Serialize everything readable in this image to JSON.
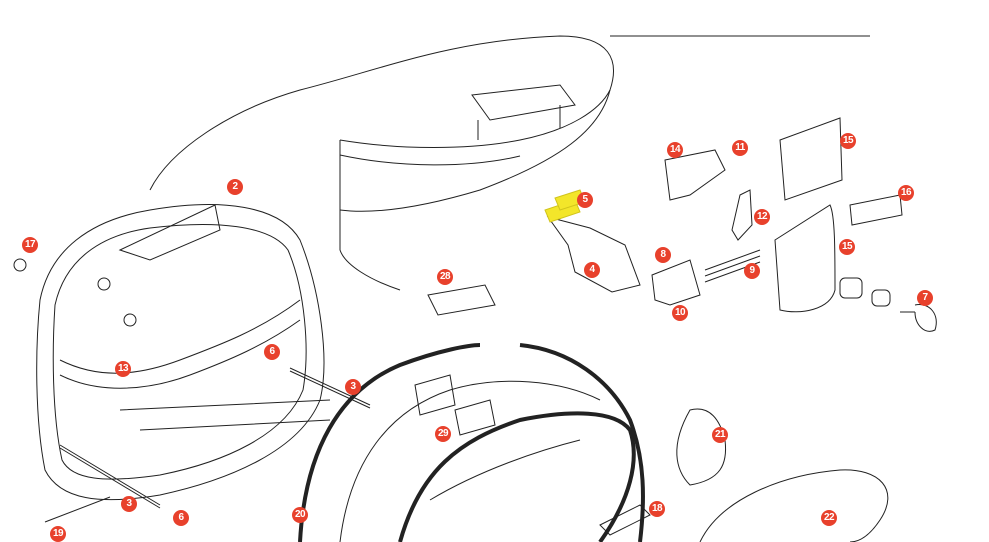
{
  "diagram": {
    "colors": {
      "callout": "#e8412c",
      "highlight": "#f3e62a",
      "line": "#222222"
    },
    "callouts": {
      "p2": "2",
      "p17": "17",
      "p13": "13",
      "p6a": "6",
      "p3a": "3",
      "p3b": "3",
      "p6b": "6",
      "p19": "19",
      "p20": "20",
      "p28": "28",
      "p29": "29",
      "p5": "5",
      "p4": "4",
      "p8": "8",
      "p9": "9",
      "p10": "10",
      "p14": "14",
      "p11": "11",
      "p12": "12",
      "p15a": "15",
      "p16": "16",
      "p15b": "15",
      "p7": "7",
      "p21": "21",
      "p18": "18",
      "p22": "22"
    }
  }
}
